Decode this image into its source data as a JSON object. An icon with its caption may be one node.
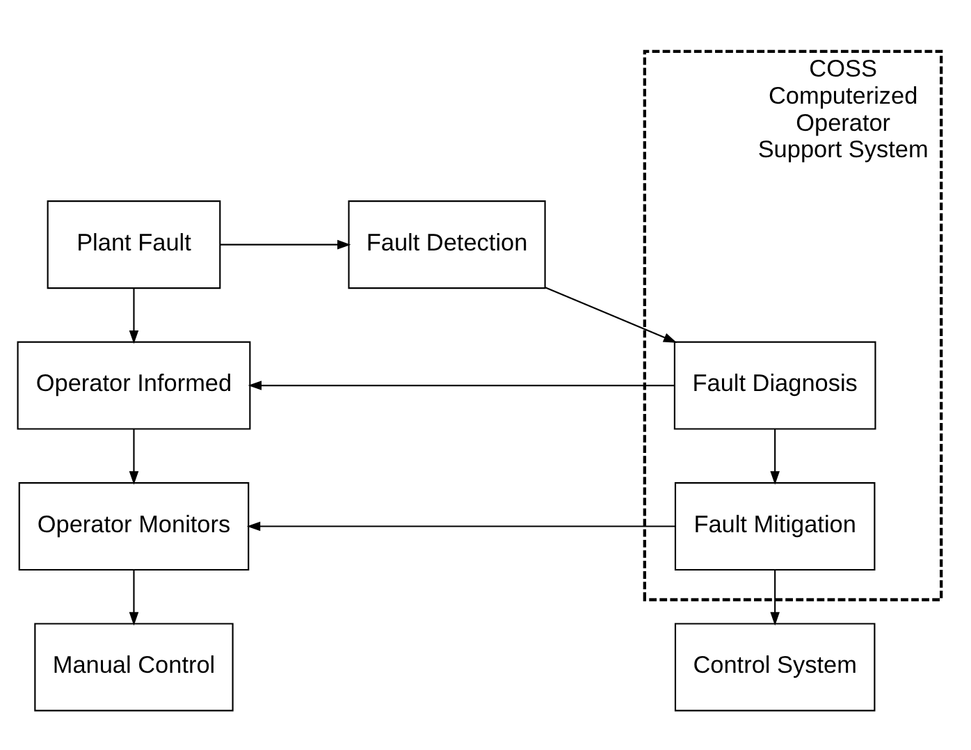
{
  "diagram": {
    "nodes": [
      {
        "text": [
          "Plant Fault"
        ]
      },
      {
        "text": [
          "Fault Detection"
        ]
      },
      {
        "text": [
          "COSS",
          "Computerized Operator Support System"
        ]
      },
      {
        "text": [
          "Operator Informed"
        ]
      },
      {
        "text": [
          "Fault Diagnosis"
        ],
        "in": 2
      },
      {
        "text": [
          "Operator Monitors"
        ]
      },
      {
        "text": [
          "Fault Mitigation"
        ],
        "in": 2
      },
      {
        "text": [
          "Manual Control"
        ]
      },
      {
        "text": [
          "Control System"
        ]
      }
    ],
    "edges": [
      {
        "from": 0,
        "to": 1,
        "arrow": "to"
      },
      {
        "from": 0,
        "to": 3,
        "arrow": "to"
      },
      {
        "from": 1,
        "to": 4,
        "arrow": "to"
      },
      {
        "from": 4,
        "to": 3,
        "arrow": "to"
      },
      {
        "from": 3,
        "to": 5,
        "arrow": "to"
      },
      {
        "from": 4,
        "to": 6,
        "arrow": "to"
      },
      {
        "from": 6,
        "to": 5,
        "arrow": "to"
      },
      {
        "from": 5,
        "to": 7,
        "arrow": "to"
      },
      {
        "from": 6,
        "to": 8,
        "arrow": "to"
      }
    ]
  }
}
